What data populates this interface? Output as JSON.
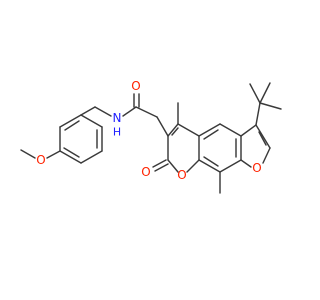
{
  "molecule": {
    "atom_labels": {
      "amide_nitrogen": "N",
      "amide_hydrogen": "H",
      "carbonyl_oxygen": "O",
      "methoxy_oxygen": "O",
      "lactone_ring_oxygen": "O",
      "lactone_carbonyl_oxygen": "O",
      "furan_oxygen": "O"
    },
    "colors": {
      "bond": "#3a3a3a",
      "oxygen": "#ff2200",
      "nitrogen": "#2222ff",
      "background": "#ffffff"
    }
  }
}
